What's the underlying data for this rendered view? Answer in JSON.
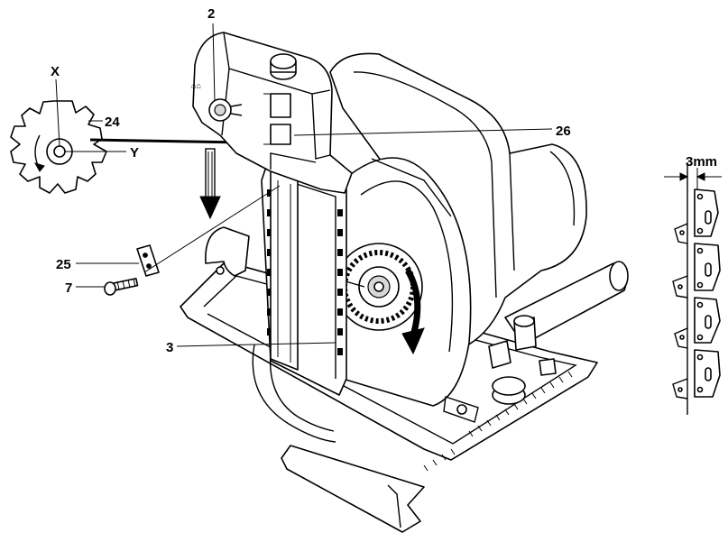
{
  "callouts": {
    "c2": "2",
    "c3": "3",
    "c7": "7",
    "c24": "24",
    "c25": "25",
    "c26": "26",
    "cX": "X",
    "cY": "Y"
  },
  "dimension": {
    "label": "3mm"
  },
  "colors": {
    "ink": "#000000",
    "paper": "#ffffff"
  }
}
